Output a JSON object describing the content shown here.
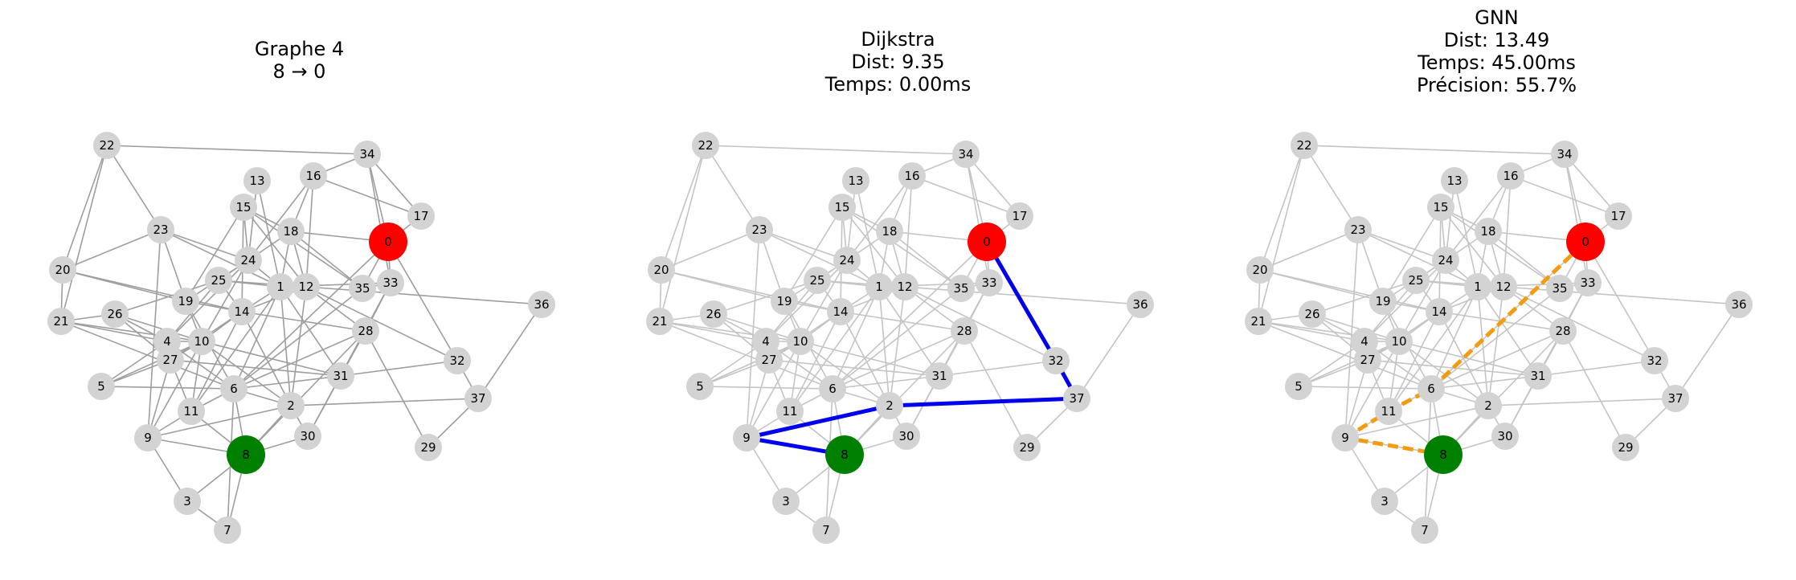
{
  "panels": [
    {
      "id": "graph",
      "title_lines": [
        "Graphe 4",
        "8 → 0"
      ],
      "path": [],
      "path_color": null,
      "path_style": null,
      "edge_color": "#9e9e9e"
    },
    {
      "id": "dijkstra",
      "title_lines": [
        "Dijkstra",
        "Dist: 9.35",
        "Temps: 0.00ms"
      ],
      "path": [
        8,
        9,
        2,
        37,
        32,
        0
      ],
      "path_color": "#0000ee",
      "path_style": "solid",
      "edge_color": "#c4c4c4"
    },
    {
      "id": "gnn",
      "title_lines": [
        "GNN",
        "Dist: 13.49",
        "Temps: 45.00ms",
        "Précision: 55.7%"
      ],
      "path": [
        8,
        9,
        11,
        6,
        0
      ],
      "path_color": "#f39c12",
      "path_style": "dashed",
      "edge_color": "#c4c4c4"
    }
  ],
  "graph": {
    "source": 8,
    "target": 0,
    "node_count": 38,
    "colors": {
      "source": "#008000",
      "target": "#ff0000",
      "node": "#d3d3d3",
      "label": "#000000"
    },
    "nodes": [
      {
        "id": 0,
        "label": "0"
      },
      {
        "id": 1,
        "label": "1"
      },
      {
        "id": 2,
        "label": "2"
      },
      {
        "id": 3,
        "label": "3"
      },
      {
        "id": 4,
        "label": "4"
      },
      {
        "id": 5,
        "label": "5"
      },
      {
        "id": 6,
        "label": "6"
      },
      {
        "id": 7,
        "label": "7"
      },
      {
        "id": 8,
        "label": "8"
      },
      {
        "id": 9,
        "label": "9"
      },
      {
        "id": 10,
        "label": "10"
      },
      {
        "id": 11,
        "label": "11"
      },
      {
        "id": 12,
        "label": "12"
      },
      {
        "id": 13,
        "label": "13"
      },
      {
        "id": 14,
        "label": "14"
      },
      {
        "id": 15,
        "label": "15"
      },
      {
        "id": 16,
        "label": "16"
      },
      {
        "id": 17,
        "label": "17"
      },
      {
        "id": 18,
        "label": "18"
      },
      {
        "id": 19,
        "label": "19"
      },
      {
        "id": 20,
        "label": "20"
      },
      {
        "id": 21,
        "label": "21"
      },
      {
        "id": 22,
        "label": "22"
      },
      {
        "id": 23,
        "label": "23"
      },
      {
        "id": 24,
        "label": "24"
      },
      {
        "id": 25,
        "label": "25"
      },
      {
        "id": 26,
        "label": "26"
      },
      {
        "id": 27,
        "label": "27"
      },
      {
        "id": 28,
        "label": "28"
      },
      {
        "id": 29,
        "label": "29"
      },
      {
        "id": 30,
        "label": "30"
      },
      {
        "id": 31,
        "label": "31"
      },
      {
        "id": 32,
        "label": "32"
      },
      {
        "id": 33,
        "label": "33"
      },
      {
        "id": 34,
        "label": "34"
      },
      {
        "id": 35,
        "label": "35"
      },
      {
        "id": 36,
        "label": "36"
      },
      {
        "id": 37,
        "label": "37"
      }
    ],
    "edges": [
      [
        22,
        34
      ],
      [
        22,
        20
      ],
      [
        22,
        23
      ],
      [
        22,
        21
      ],
      [
        20,
        23
      ],
      [
        20,
        21
      ],
      [
        20,
        19
      ],
      [
        20,
        14
      ],
      [
        23,
        24
      ],
      [
        23,
        9
      ],
      [
        23,
        19
      ],
      [
        23,
        1
      ],
      [
        21,
        26
      ],
      [
        21,
        4
      ],
      [
        21,
        10
      ],
      [
        21,
        6
      ],
      [
        26,
        4
      ],
      [
        26,
        25
      ],
      [
        26,
        10
      ],
      [
        26,
        27
      ],
      [
        4,
        10
      ],
      [
        4,
        27
      ],
      [
        4,
        5
      ],
      [
        4,
        6
      ],
      [
        4,
        24
      ],
      [
        4,
        25
      ],
      [
        27,
        5
      ],
      [
        27,
        9
      ],
      [
        27,
        10
      ],
      [
        27,
        14
      ],
      [
        27,
        11
      ],
      [
        5,
        10
      ],
      [
        5,
        6
      ],
      [
        9,
        3
      ],
      [
        9,
        11
      ],
      [
        9,
        8
      ],
      [
        9,
        2
      ],
      [
        9,
        10
      ],
      [
        3,
        7
      ],
      [
        3,
        8
      ],
      [
        7,
        8
      ],
      [
        7,
        6
      ],
      [
        8,
        6
      ],
      [
        8,
        30
      ],
      [
        8,
        2
      ],
      [
        8,
        11
      ],
      [
        8,
        28
      ],
      [
        11,
        10
      ],
      [
        11,
        14
      ],
      [
        11,
        1
      ],
      [
        10,
        19
      ],
      [
        10,
        14
      ],
      [
        10,
        24
      ],
      [
        10,
        31
      ],
      [
        10,
        2
      ],
      [
        19,
        14
      ],
      [
        19,
        15
      ],
      [
        19,
        24
      ],
      [
        19,
        6
      ],
      [
        14,
        12
      ],
      [
        14,
        28
      ],
      [
        14,
        25
      ],
      [
        14,
        15
      ],
      [
        14,
        2
      ],
      [
        14,
        1
      ],
      [
        25,
        1
      ],
      [
        25,
        12
      ],
      [
        25,
        24
      ],
      [
        24,
        15
      ],
      [
        24,
        18
      ],
      [
        24,
        1
      ],
      [
        24,
        16
      ],
      [
        24,
        13
      ],
      [
        13,
        1
      ],
      [
        15,
        18
      ],
      [
        15,
        35
      ],
      [
        15,
        12
      ],
      [
        18,
        16
      ],
      [
        18,
        1
      ],
      [
        18,
        12
      ],
      [
        18,
        35
      ],
      [
        18,
        0
      ],
      [
        16,
        12
      ],
      [
        16,
        34
      ],
      [
        16,
        17
      ],
      [
        34,
        0
      ],
      [
        34,
        17
      ],
      [
        34,
        33
      ],
      [
        17,
        0
      ],
      [
        0,
        32
      ],
      [
        0,
        33
      ],
      [
        0,
        6
      ],
      [
        0,
        35
      ],
      [
        1,
        12
      ],
      [
        1,
        6
      ],
      [
        1,
        2
      ],
      [
        1,
        33
      ],
      [
        1,
        31
      ],
      [
        12,
        36
      ],
      [
        12,
        28
      ],
      [
        12,
        32
      ],
      [
        12,
        2
      ],
      [
        35,
        6
      ],
      [
        35,
        33
      ],
      [
        33,
        28
      ],
      [
        33,
        30
      ],
      [
        28,
        31
      ],
      [
        28,
        29
      ],
      [
        28,
        6
      ],
      [
        31,
        6
      ],
      [
        31,
        32
      ],
      [
        31,
        30
      ],
      [
        31,
        27
      ],
      [
        32,
        37
      ],
      [
        37,
        36
      ],
      [
        37,
        2
      ],
      [
        37,
        29
      ],
      [
        30,
        2
      ],
      [
        6,
        2
      ],
      [
        6,
        11
      ]
    ]
  }
}
